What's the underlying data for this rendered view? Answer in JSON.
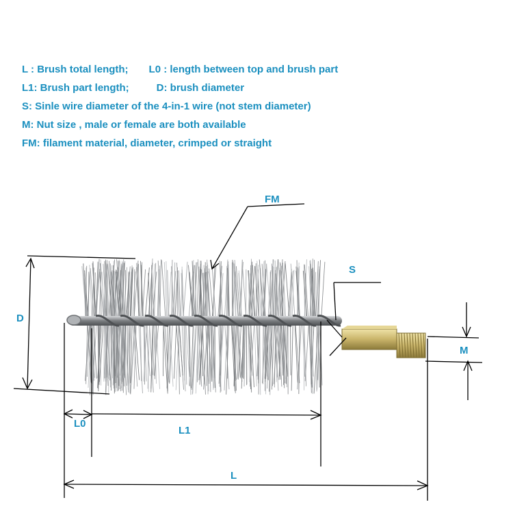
{
  "legend": {
    "line1_a": "L :  Brush total length;",
    "line1_b": "L0  : length between top and brush part",
    "line2_a": "L1:  Brush part length;",
    "line2_b": "D: brush diameter",
    "line3": "S:   Sinle wire diameter of the 4-in-1 wire (not stem diameter)",
    "line4": "M:  Nut size , male or female are both available",
    "line5": "FM:  filament material, diameter, crimped or straight"
  },
  "labels": {
    "fm": "FM",
    "s": "S",
    "d": "D",
    "m": "M",
    "l0": "L0",
    "l1": "L1",
    "l": "L"
  },
  "colors": {
    "text": "#1a8fbf",
    "bristle": "#8a8d90",
    "stem": "#6f7275",
    "brass": "#c9b46a",
    "line": "#000000"
  }
}
